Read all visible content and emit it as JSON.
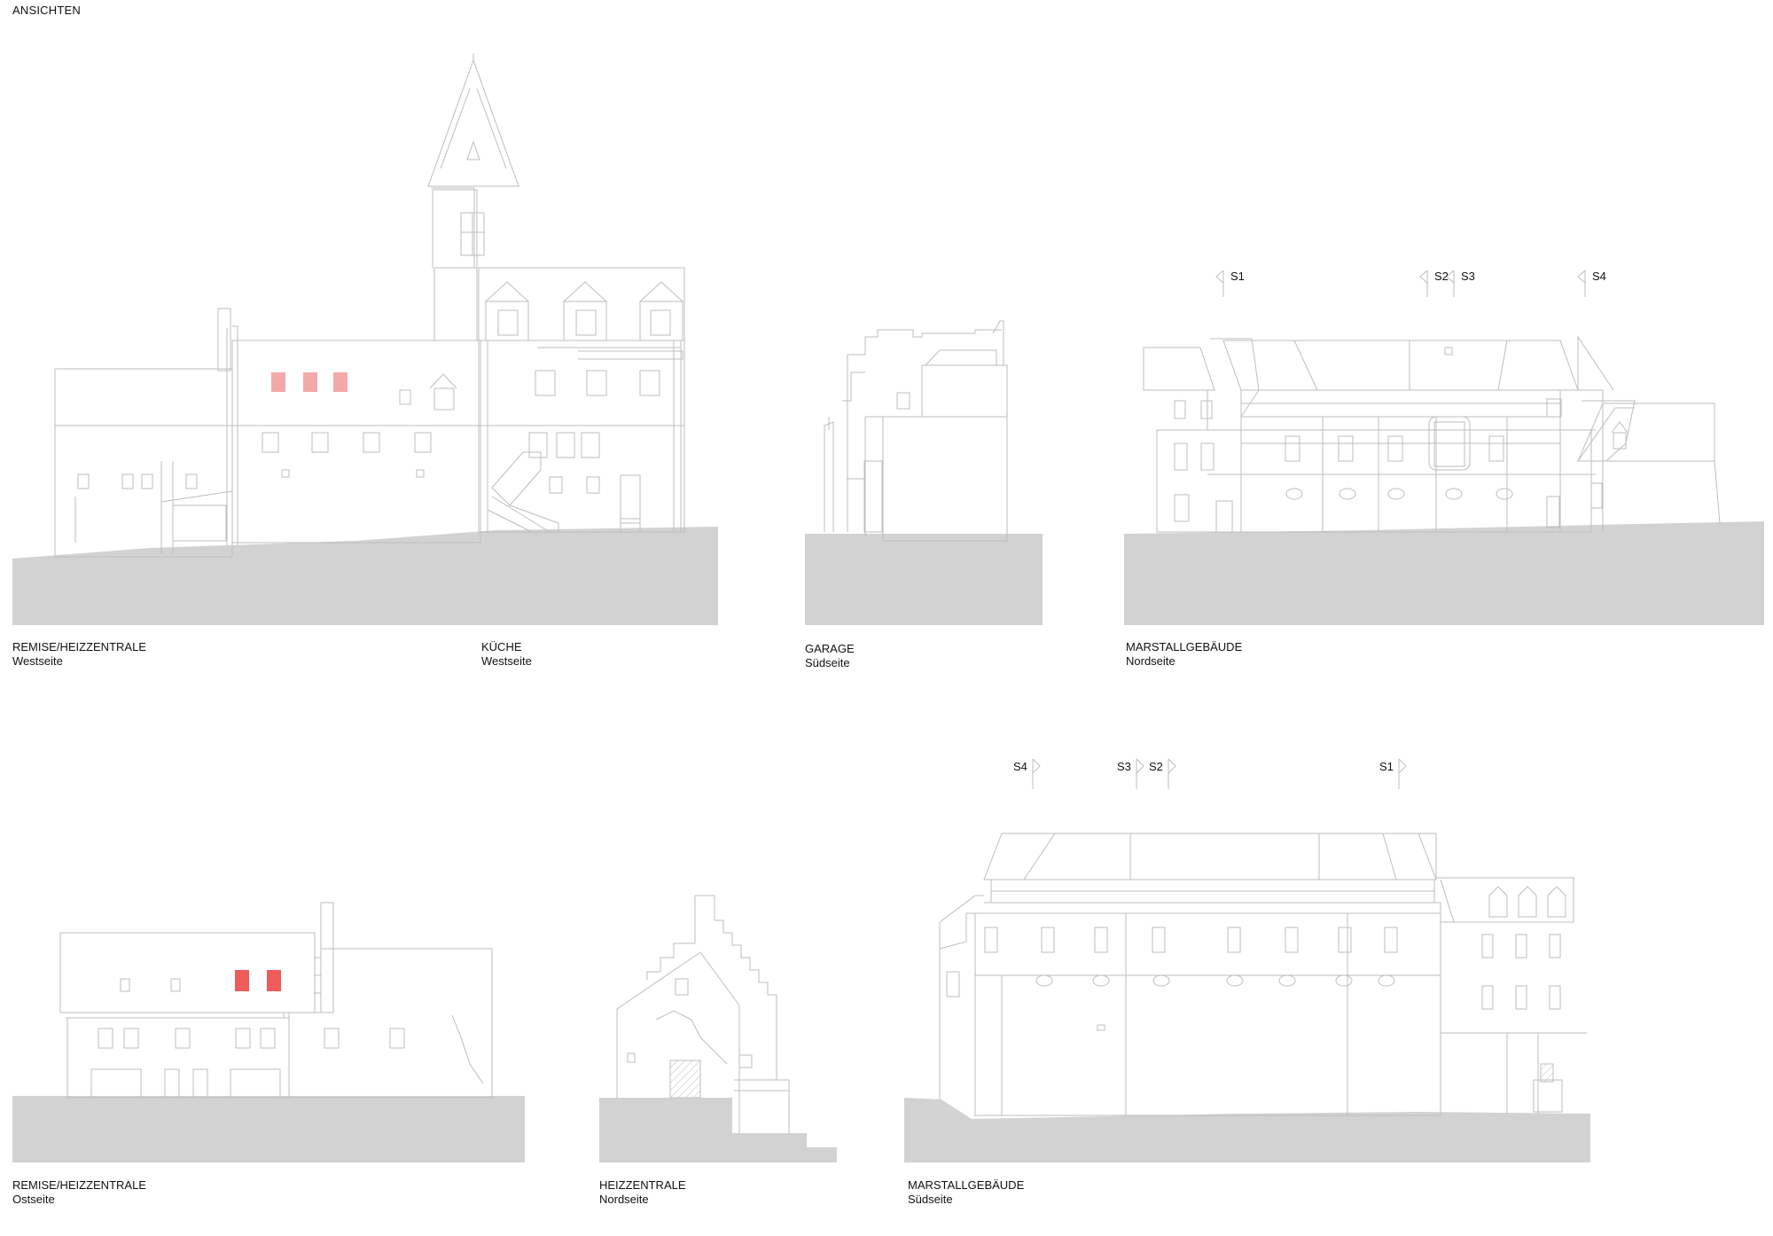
{
  "sheet": {
    "title": "ANSICHTEN"
  },
  "views": [
    {
      "id": "remise-west",
      "building": "REMISE/HEIZZENTRALE",
      "side": "Westseite"
    },
    {
      "id": "kueche-west",
      "building": "KÜCHE",
      "side": "Westseite"
    },
    {
      "id": "garage-sued",
      "building": "GARAGE",
      "side": "Südseite"
    },
    {
      "id": "marstall-nord",
      "building": "MARSTALLGEBÄUDE",
      "side": "Nordseite"
    },
    {
      "id": "remise-ost",
      "building": "REMISE/HEIZZENTRALE",
      "side": "Ostseite"
    },
    {
      "id": "heizzentrale-nord",
      "building": "HEIZZENTRALE",
      "side": "Nordseite"
    },
    {
      "id": "marstall-sued",
      "building": "MARSTALLGEBÄUDE",
      "side": "Südseite"
    }
  ],
  "section_markers": {
    "top": [
      "S1",
      "S2",
      "S3",
      "S4"
    ],
    "bottom": [
      "S4",
      "S3",
      "S2",
      "S1"
    ]
  },
  "colors": {
    "line": "#bdbdbd",
    "ground": "#d2d2d2",
    "highlight_light": "#f4a8a8",
    "highlight_strong": "#ee5b5b"
  }
}
